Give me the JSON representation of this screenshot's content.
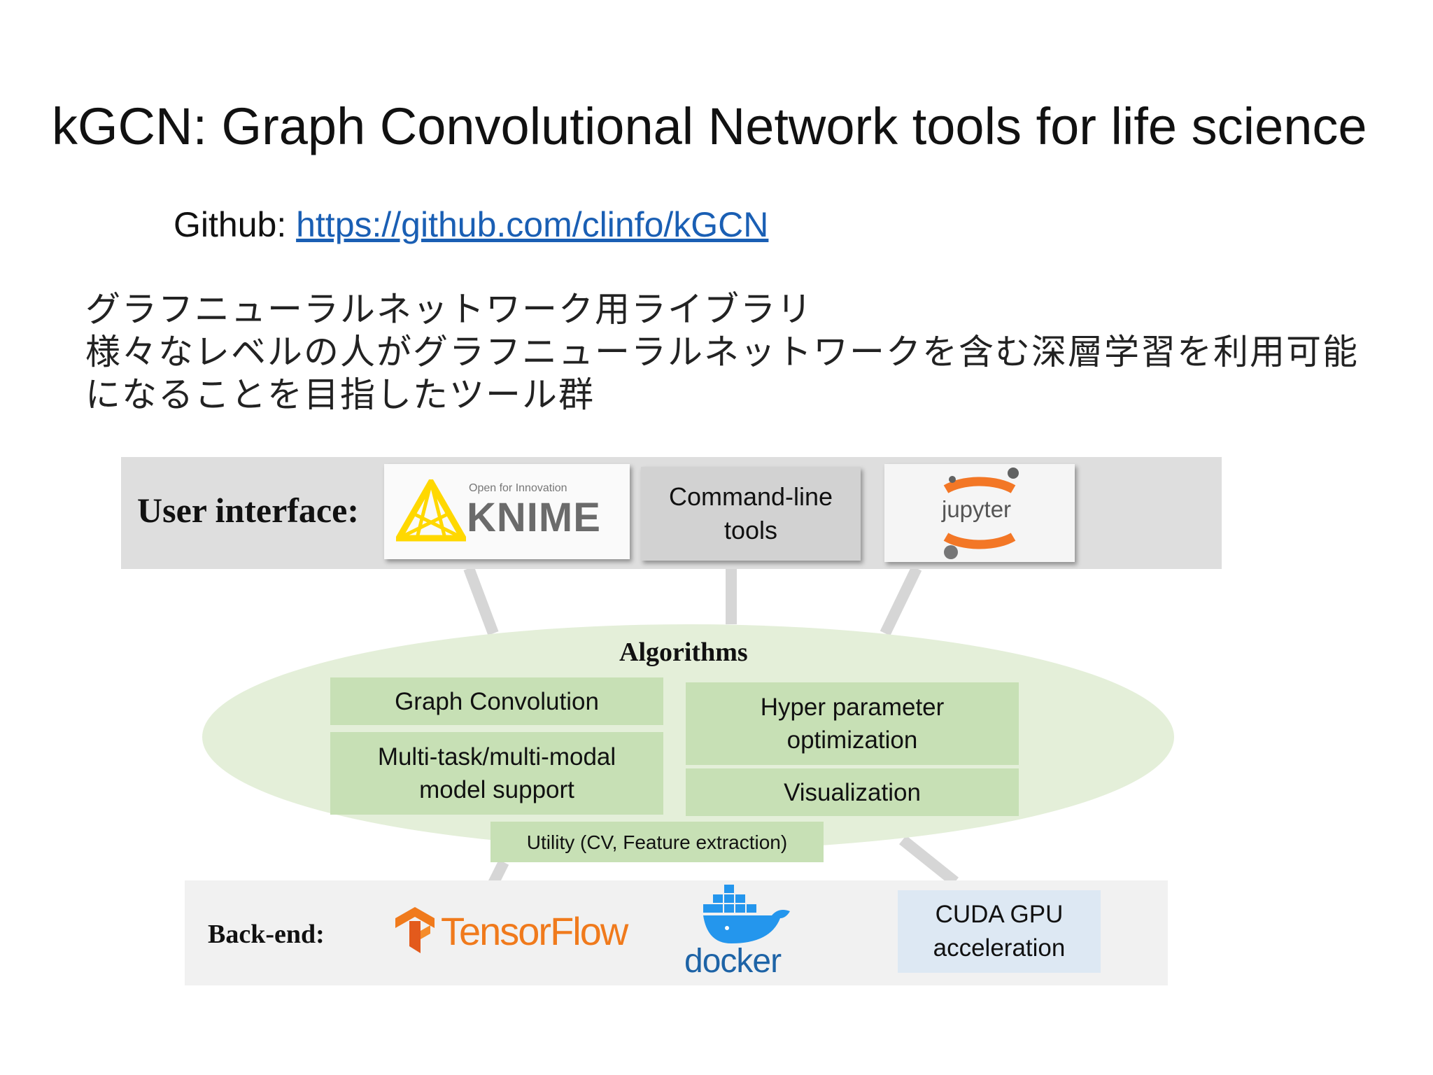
{
  "title": "kGCN: Graph Convolutional Network tools for life science",
  "github": {
    "label": "Github: ",
    "url_text": "https://github.com/clinfo/kGCN"
  },
  "description": {
    "line1": "グラフニューラルネットワーク用ライブラリ",
    "line2": "様々なレベルの人がグラフニューラルネットワークを含む深層学習を利用可能",
    "line3": "になることを目指したツール群"
  },
  "diagram": {
    "user_interface": {
      "label": "User interface:",
      "knime_tagline": "Open for Innovation",
      "knime_name": "KNIME",
      "cli_line1": "Command-line",
      "cli_line2": "tools",
      "jupyter_name": "jupyter"
    },
    "algorithms": {
      "title": "Algorithms",
      "graph_convolution": "Graph Convolution",
      "multitask_line1": "Multi-task/multi-modal",
      "multitask_line2": "model support",
      "hyper_line1": "Hyper parameter",
      "hyper_line2": "optimization",
      "visualization": "Visualization",
      "utility": "Utility (CV, Feature extraction)"
    },
    "backend": {
      "label": "Back-end:",
      "tensorflow": "TensorFlow",
      "docker": "docker",
      "cuda_line1": "CUDA GPU",
      "cuda_line2": "acceleration"
    }
  },
  "colors": {
    "link": "#1a5fb4",
    "ui_band": "#dedede",
    "algo_ellipse": "#e4efd9",
    "algo_box": "#c7e0b5",
    "cuda_box": "#dde8f3",
    "tensorflow": "#f07a1c",
    "docker": "#1d63a6",
    "knime_yellow": "#ffd800",
    "jupyter_orange": "#f37726"
  }
}
